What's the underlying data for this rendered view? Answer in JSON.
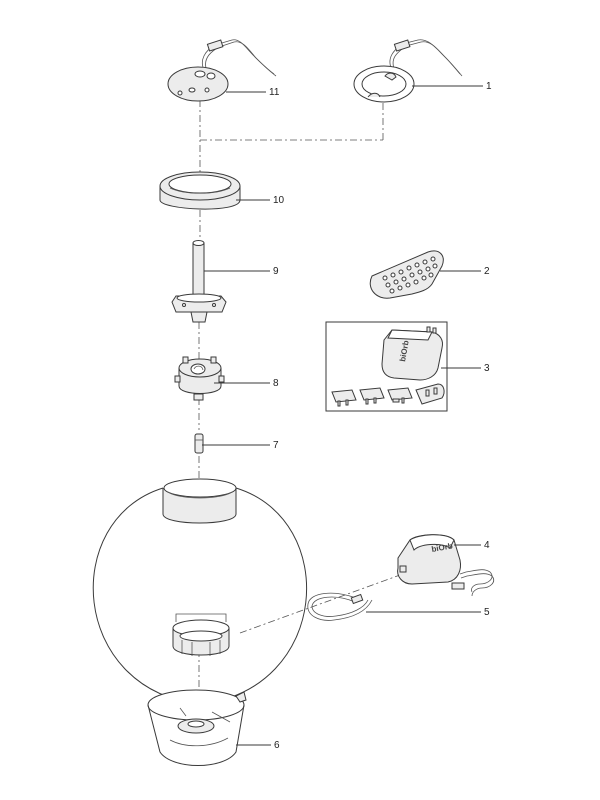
{
  "callouts": {
    "c1": "1",
    "c2": "2",
    "c3": "3",
    "c4": "4",
    "c5": "5",
    "c6": "6",
    "c7": "7",
    "c8": "8",
    "c9": "9",
    "c10": "10",
    "c11": "11"
  },
  "brand_marks": {
    "adapter_logo": "biOrb",
    "pump_logo": "biOrb"
  },
  "colors": {
    "line": "#3a3a3a",
    "part_fill": "#ececec",
    "background": "#ffffff"
  }
}
